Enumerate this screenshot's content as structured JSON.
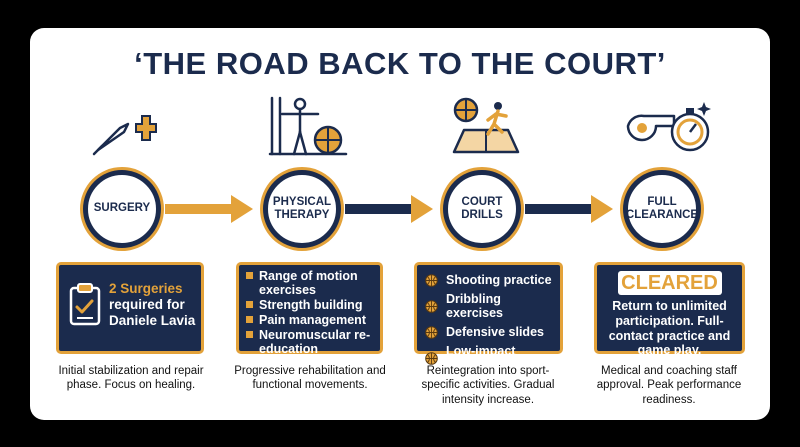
{
  "title": "‘THE ROAD BACK TO THE COURT’",
  "stages": [
    {
      "circle_lines": [
        "SURGERY"
      ],
      "description": "Initial stabilization and repair phase. Focus on healing.",
      "icon": "scalpel-plus-icon"
    },
    {
      "circle_lines": [
        "PHYSICAL",
        "THERAPY"
      ],
      "description": "Progressive rehabilitation and functional movements.",
      "icon": "therapy-figure-ball-icon"
    },
    {
      "circle_lines": [
        "COURT",
        "DRILLS"
      ],
      "description": "Reintegration into sport-specific activities. Gradual intensity increase.",
      "icon": "court-drill-player-icon"
    },
    {
      "circle_lines": [
        "FULL",
        "CLEARANCE"
      ],
      "description": "Medical and coaching staff approval. Peak performance readiness.",
      "icon": "whistle-stopwatch-icon"
    }
  ],
  "surgery_box": {
    "highlight": "2 Surgeries",
    "text": "required for Daniele Lavia",
    "icon": "clipboard-check-icon"
  },
  "therapy_box": {
    "items": [
      "Range of motion exercises",
      "Strength building",
      "Pain management",
      "Neuromuscular re-education"
    ]
  },
  "drills_box": {
    "items": [
      "Shooting practice",
      "Dribbling exercises",
      "Defensive slides",
      "Low-impact agility"
    ]
  },
  "clearance_box": {
    "badge": "CLEARED",
    "text": "Return to unlimited participation. Full-contact practice and game play."
  },
  "colors": {
    "navy": "#1b2b4d",
    "gold": "#e3a23a",
    "background": "#000000",
    "card": "#ffffff"
  }
}
